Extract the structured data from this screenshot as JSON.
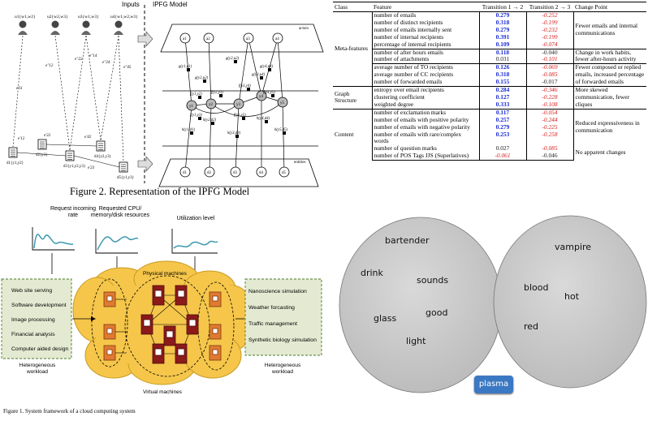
{
  "ipfg": {
    "inputs_label": "Inputs",
    "model_label": "IPFG Model",
    "actors_label": "actors",
    "entities_label": "entities",
    "caption": "Figure 2. Representation of the IPFG Model",
    "users": [
      "u1{w1,w2}",
      "u2{w2,w3}",
      "u3{w1,w3}",
      "u4{w1,w2,w3}"
    ],
    "docs": [
      "d1{y1,y2}",
      "d2{y3}",
      "d3{y1,y2,y3}",
      "d4{y2,y3}",
      "d5{y1,y3}"
    ],
    "edges": [
      "e'11",
      "e''12",
      "e''22",
      "e''14",
      "e''24",
      "e''45",
      "e'12",
      "e'22",
      "e'42",
      "e'23"
    ],
    "actor_nodes": [
      "a1",
      "a2",
      "a3",
      "a4"
    ],
    "entity_nodes": [
      "d1",
      "d2",
      "d3",
      "d4",
      "d5"
    ],
    "mid_nodes": [
      "y1",
      "y2",
      "y3",
      "y4",
      "y5"
    ],
    "factors": [
      "g(y1,u1)",
      "g(y2,u2)",
      "g(y2,u2)",
      "g(y4,u4)",
      "g(y3,u4)",
      "f(y1,y2)",
      "f(y2,y3)",
      "f(y3,y4)",
      "f(y4,y5)",
      "f(y1,y3)",
      "f(y2,y5)",
      "h(y1,d1)",
      "h(y2,d2)",
      "h(y3,d3)",
      "h(y4,d4)",
      "h(y5,d5)"
    ]
  },
  "table": {
    "headers": [
      "Class",
      "Feature",
      "Transition 1 → 2",
      "Transition 2 → 3",
      "Change Point"
    ],
    "rows": [
      {
        "cls": "",
        "feature": "number of emails",
        "t12": "0.279",
        "t23": "-0.252"
      },
      {
        "cls": "",
        "feature": "number of distinct recipients",
        "t12": "0.318",
        "t23": "-0.199"
      },
      {
        "cls": "",
        "feature": "number of emails internally sent",
        "t12": "0.279",
        "t23": "-0.232"
      },
      {
        "cls": "Meta-features",
        "feature": "number of internal recipients",
        "t12": "0.391",
        "t23": "-0.199"
      },
      {
        "cls": "",
        "feature": "percentage of internal recipients",
        "t12": "0.109",
        "t23": "-0.074"
      },
      {
        "cls": "",
        "feature": "number of after hours emails",
        "t12": "0.118",
        "t23": "-0.040"
      },
      {
        "cls": "",
        "feature": "number of attachments",
        "t12": "0.031",
        "t23": "-0.101"
      },
      {
        "cls": "",
        "feature": "average number of TO recipients",
        "t12": "0.126",
        "t23": "-0.069"
      },
      {
        "cls": "",
        "feature": "average number of CC recipients",
        "t12": "0.318",
        "t23": "-0.085"
      },
      {
        "cls": "",
        "feature": "number of forwarded emails",
        "t12": "0.155",
        "t23": "-0.017"
      },
      {
        "cls": "",
        "feature": "entropy over email recipients",
        "t12": "0.284",
        "t23": "-0.346"
      },
      {
        "cls": "Graph Structure",
        "feature": "clustering coefficient",
        "t12": "0.127",
        "t23": "-0.228"
      },
      {
        "cls": "",
        "feature": "weighted degree",
        "t12": "0.333",
        "t23": "-0.108"
      },
      {
        "cls": "",
        "feature": "number of exclamation marks",
        "t12": "0.117",
        "t23": "-0.054"
      },
      {
        "cls": "",
        "feature": "number of emails with positive polarity",
        "t12": "0.257",
        "t23": "-0.244"
      },
      {
        "cls": "Content",
        "feature": "number of emails with negative polarity",
        "t12": "0.279",
        "t23": "-0.225"
      },
      {
        "cls": "",
        "feature": "number of emails with rare/complex words",
        "t12": "0.253",
        "t23": "-0.258"
      },
      {
        "cls": "",
        "feature": "number of question marks",
        "t12": "0.027",
        "t23": "-0.085"
      },
      {
        "cls": "",
        "feature": "number of POS Tags JJS (Superlatives)",
        "t12": "-0.061",
        "t23": "-0.046"
      }
    ],
    "change_points": [
      "Fewer emails and internal communications",
      "Change in work habits, fewer after-hours activity",
      "Fewer composed or replied emails, increased percentage of forwarded emails",
      "More skewed communication, fewer cliques",
      "Reduced expressiveness in communication",
      "No apparent changes"
    ]
  },
  "cloud": {
    "label_request": "Request incoming rate",
    "label_resources": "Requested CPU/ memory/disk resources",
    "label_utilization": "Utilization level",
    "label_physical": "Physical machines",
    "label_virtual": "Virtual machines",
    "left_items": [
      "Web site serving",
      "Software development",
      "Image processing",
      "Financial analysis",
      "Computer aided design"
    ],
    "right_items": [
      "Nanoscience simulation",
      "Weather forcasting",
      "Traffic management",
      "Synthetic biology simulation"
    ],
    "left_footer": "Heterogeneous workload",
    "right_footer": "Heterogeneous workload",
    "caption": "Figure 1. System framework of a cloud computing system"
  },
  "words": {
    "left": [
      "bartender",
      "drink",
      "sounds",
      "glass",
      "good",
      "light"
    ],
    "right": [
      "vampire",
      "blood",
      "hot",
      "red"
    ],
    "bottom_button": "plasma"
  },
  "colors": {
    "blue_value": "#1a2bd6",
    "red_value": "#d62020",
    "cloud_orange": "#f5c64a",
    "box_green": "#e4ead2",
    "ellipse_fill": "#c9c9c9",
    "plasma_blue": "#3b78c3"
  }
}
